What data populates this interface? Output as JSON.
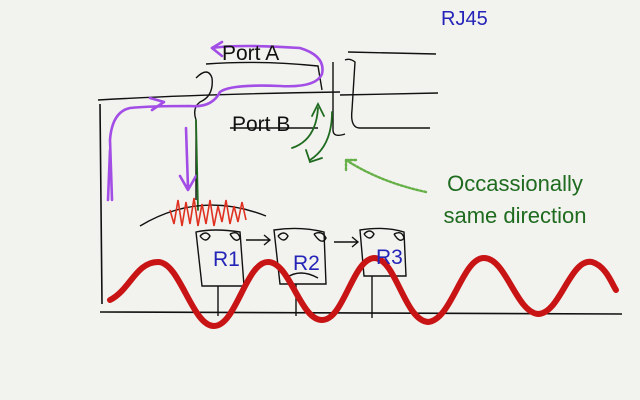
{
  "labels": {
    "rj45": "RJ45",
    "port_a": "Port A",
    "port_b": "Port B",
    "note_line1": "Occassionally",
    "note_line2": "same direction",
    "r1": "R1",
    "r2": "R2",
    "r3": "R3"
  },
  "colors": {
    "label_blue": "#2424b8",
    "ink": "#111111",
    "purple_arrow": "#a24de6",
    "green_arrow": "#1f6b1f",
    "light_green_arrow": "#66b048",
    "note_green": "#1f6b1f",
    "sine_wave": "#c81414",
    "noise": "#e03020"
  }
}
